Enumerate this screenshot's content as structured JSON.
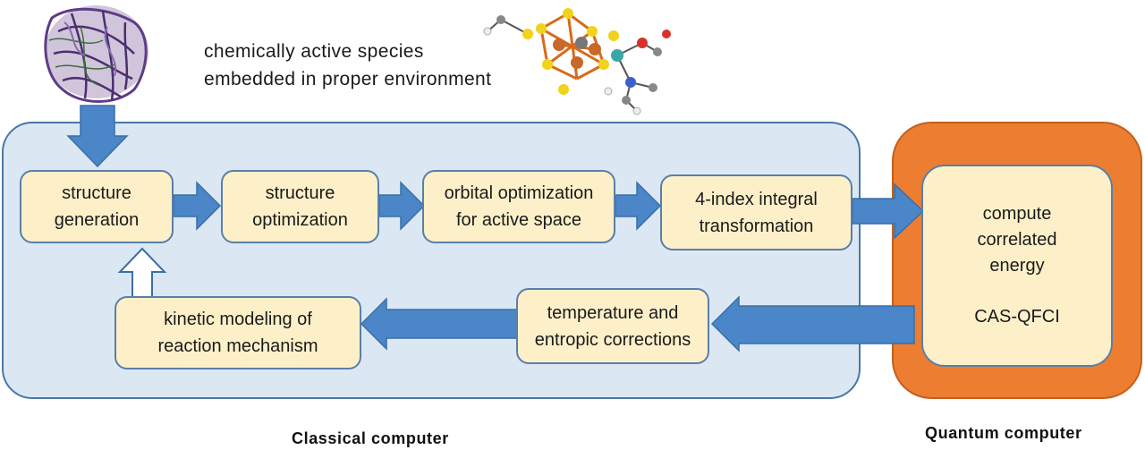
{
  "header": {
    "tagline_line1": "chemically  active species",
    "tagline_line2": "embedded  in proper environment",
    "protein_image": "protein-structure-illustration",
    "cluster_image": "metal-cluster-molecule-illustration"
  },
  "classical": {
    "caption": "Classical computer",
    "steps": [
      {
        "line1": "structure",
        "line2": "generation"
      },
      {
        "line1": "structure",
        "line2": "optimization"
      },
      {
        "line1": "orbital optimization",
        "line2": "for active space"
      },
      {
        "line1": "4-index integral",
        "line2": "transformation"
      },
      {
        "line1": "temperature  and",
        "line2": "entropic corrections"
      },
      {
        "line1": "kinetic modeling of",
        "line2": "reaction  mechanism"
      }
    ]
  },
  "quantum": {
    "caption": "Quantum  computer",
    "line1": "compute",
    "line2": "correlated",
    "line3": "energy",
    "method": "CAS-QFCI"
  },
  "colors": {
    "classical_bg": "#dbe8f4",
    "box_fill": "#fdf0c9",
    "arrow": "#4a86c8",
    "quantum": "#ed7d31"
  }
}
